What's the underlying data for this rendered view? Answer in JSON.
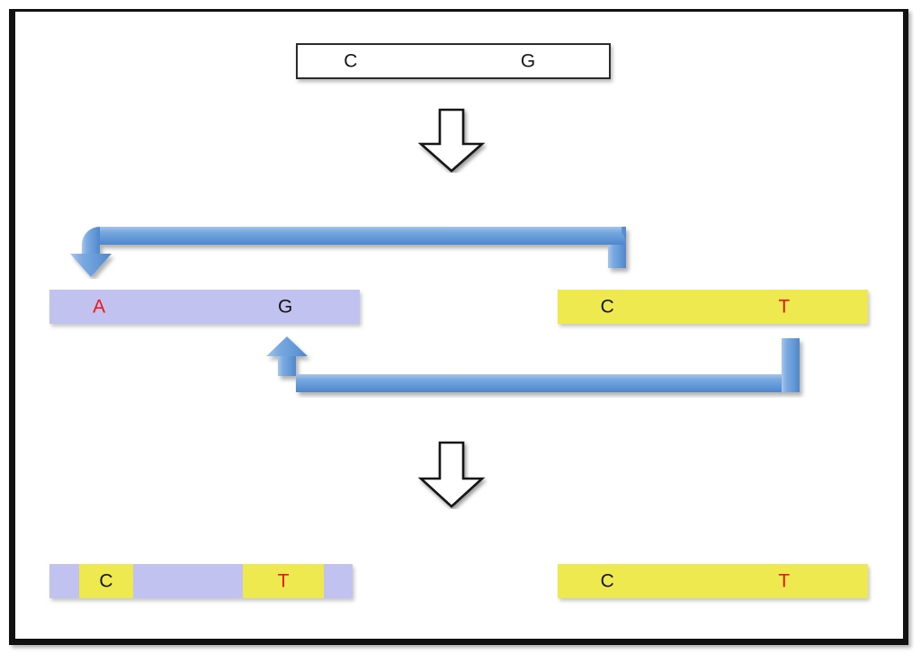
{
  "figure": {
    "title": "Gene conversion / recombination schematic",
    "background_color": "#ffffff",
    "frame_color": "#111111"
  },
  "palette": {
    "purple": "#c2c2f0",
    "yellow": "#ede94e",
    "blue": "#6699dd",
    "blue_dark": "#3f7fc8",
    "base_black": "#141414",
    "base_red": "#f01414",
    "outline": "#2b2b2b"
  },
  "panels": {
    "top": {
      "name": "initial-sequence",
      "box": {
        "label": "outlined-sequence-box",
        "fill": "white",
        "bases": [
          {
            "letter": "C",
            "color": "black"
          },
          {
            "letter": "G",
            "color": "black"
          }
        ]
      }
    },
    "middle": {
      "name": "paired-sequences",
      "left_bar": {
        "label": "purple-sequence-bar",
        "fill": "purple",
        "bases": [
          {
            "letter": "A",
            "color": "red"
          },
          {
            "letter": "G",
            "color": "black"
          }
        ]
      },
      "right_bar": {
        "label": "yellow-sequence-bar",
        "fill": "yellow",
        "bases": [
          {
            "letter": "C",
            "color": "black"
          },
          {
            "letter": "T",
            "color": "red"
          }
        ]
      },
      "arrows": [
        {
          "name": "upper-transfer-arrow",
          "direction": "right-to-left",
          "head": "down-left",
          "color": "#6699dd"
        },
        {
          "name": "lower-transfer-arrow",
          "direction": "right-to-left",
          "head": "up",
          "color": "#6699dd"
        }
      ]
    },
    "bottom": {
      "name": "resulting-sequences",
      "left_bar": {
        "label": "purple-bar-with-yellow-inserts",
        "fill": "purple",
        "inserts": [
          {
            "letter": "C",
            "color": "black",
            "fill": "yellow"
          },
          {
            "letter": "T",
            "color": "red",
            "fill": "yellow"
          }
        ]
      },
      "right_bar": {
        "label": "yellow-sequence-bar",
        "fill": "yellow",
        "bases": [
          {
            "letter": "C",
            "color": "black"
          },
          {
            "letter": "T",
            "color": "red"
          }
        ]
      }
    }
  },
  "step_arrows": [
    {
      "name": "step-arrow-1",
      "shape": "hollow-block-arrow-down"
    },
    {
      "name": "step-arrow-2",
      "shape": "hollow-block-arrow-down"
    }
  ]
}
